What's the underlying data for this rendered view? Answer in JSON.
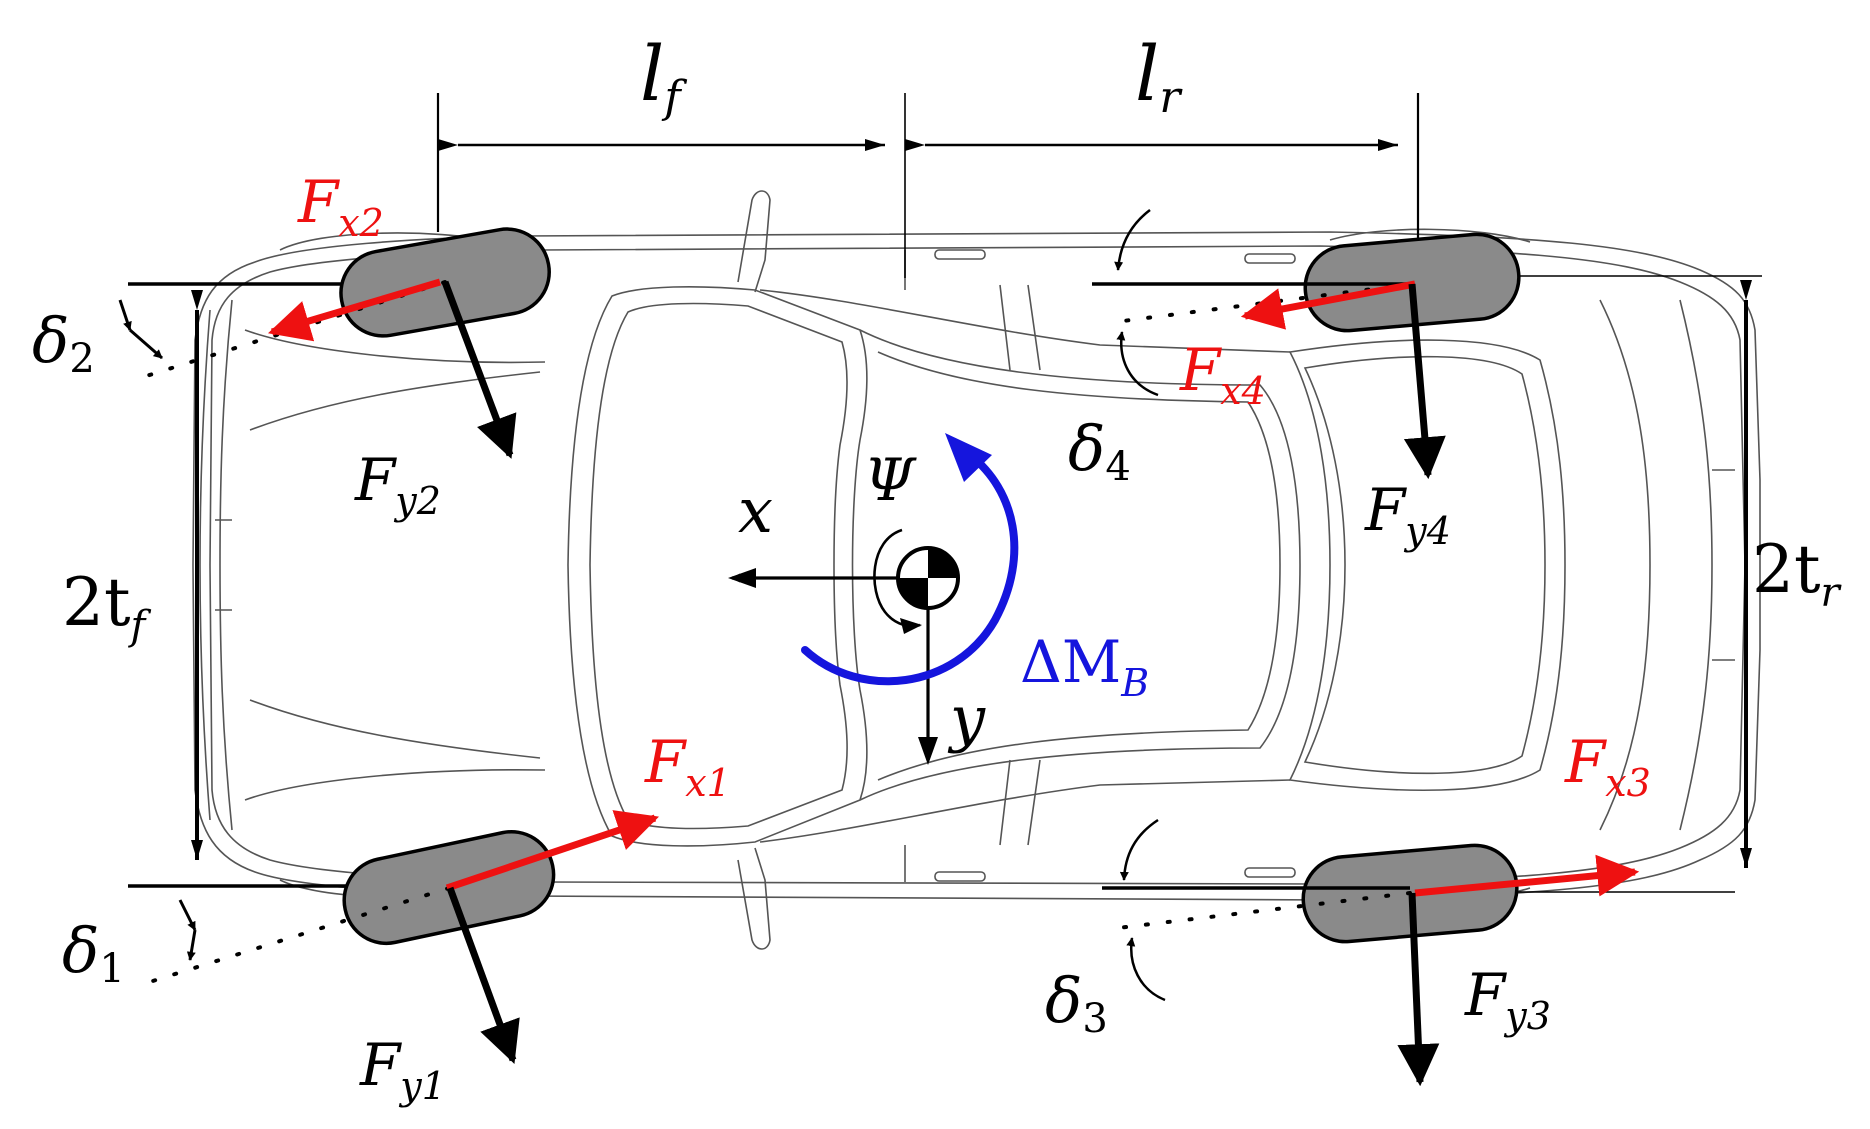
{
  "diagram": {
    "colors": {
      "force_longitudinal": "#ee1111",
      "moment": "#1515dd",
      "ink": "#000000",
      "tire": "#8a8a8a",
      "body_line": "#555555"
    },
    "labels": {
      "lf": {
        "base": "l",
        "sub": "f"
      },
      "lr": {
        "base": "l",
        "sub": "r"
      },
      "tf": {
        "base": "2t",
        "sub": "f"
      },
      "tr": {
        "base": "2t",
        "sub": "r"
      },
      "x_axis": "x",
      "y_axis": "y",
      "yaw": "Ψ",
      "moment": {
        "base": "ΔM",
        "sub": "B"
      },
      "fx1": {
        "base": "F",
        "sub": "x1"
      },
      "fx2": {
        "base": "F",
        "sub": "x2"
      },
      "fx3": {
        "base": "F",
        "sub": "x3"
      },
      "fx4": {
        "base": "F",
        "sub": "x4"
      },
      "fy1": {
        "base": "F",
        "sub": "y1"
      },
      "fy2": {
        "base": "F",
        "sub": "y2"
      },
      "fy3": {
        "base": "F",
        "sub": "y3"
      },
      "fy4": {
        "base": "F",
        "sub": "y4"
      },
      "d1": {
        "base": "δ",
        "sub": "1"
      },
      "d2": {
        "base": "δ",
        "sub": "2"
      },
      "d3": {
        "base": "δ",
        "sub": "3"
      },
      "d4": {
        "base": "δ",
        "sub": "4"
      }
    }
  }
}
